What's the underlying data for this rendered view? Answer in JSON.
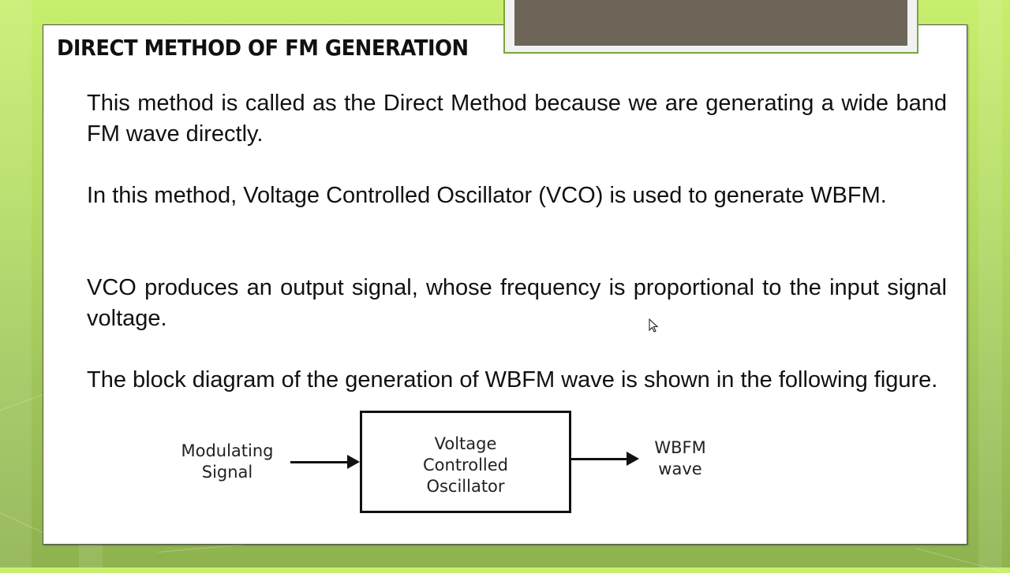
{
  "slide": {
    "title": "DIRECT METHOD OF FM GENERATION",
    "paragraphs": [
      "This method is called as the Direct Method because we are generating a wide band FM wave directly.",
      "In this method, Voltage Controlled Oscillator (VCO) is used to generate WBFM.",
      "VCO produces an output signal, whose frequency is proportional to the input signal voltage.",
      "The block diagram of the generation of WBFM wave is shown in the following figure."
    ]
  },
  "diagram": {
    "input_label": "Modulating Signal",
    "input_label_lines": [
      "Modulating",
      "Signal"
    ],
    "block_label_lines": [
      "Voltage",
      "Controlled",
      "Oscillator"
    ],
    "output_label_lines": [
      "WBFM",
      "wave"
    ]
  },
  "colors": {
    "background_green": "#b4dc62",
    "title_tab_fill": "#6d6558",
    "title_tab_border": "#7aa53a",
    "text": "#111111"
  },
  "icons": {
    "cursor": "mouse-pointer-icon"
  }
}
